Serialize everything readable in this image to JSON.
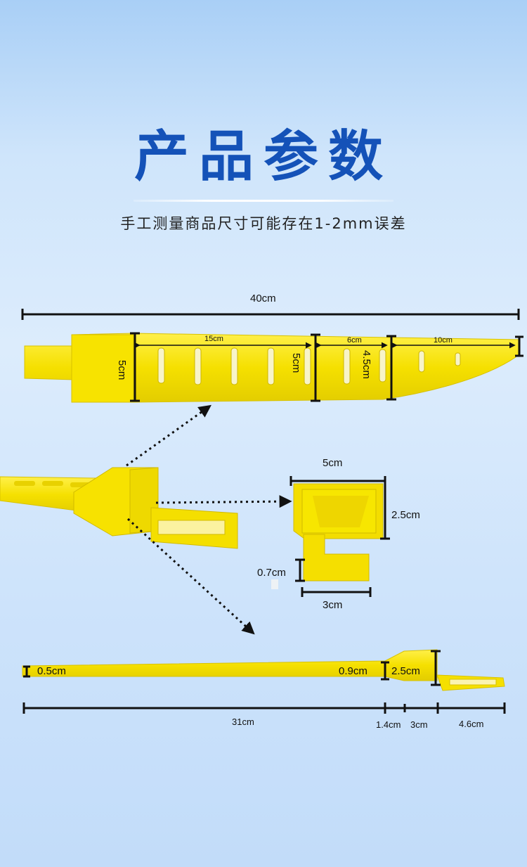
{
  "header": {
    "title": "产品参数",
    "subtitle": "手工测量商品尺寸可能存在1-2mm误差"
  },
  "top_view": {
    "total_length": "40cm",
    "head_height": "5cm",
    "slot_section_length": "15cm",
    "slot_section_height": "5cm",
    "mid_section_length": "6cm",
    "mid_section_height": "4.5cm",
    "tip_section_length": "10cm"
  },
  "head_detail": {
    "width": "5cm",
    "height": "2.5cm",
    "tab_height": "0.7cm",
    "tab_width": "3cm"
  },
  "side_view": {
    "tail_thickness": "0.5cm",
    "neck_thickness": "0.9cm",
    "head_thickness": "2.5cm",
    "strap_length": "31cm",
    "neck_length": "1.4cm",
    "head_length": "3cm",
    "tab_length": "4.6cm"
  },
  "colors": {
    "title": "#1452b8",
    "product": "#f5e000",
    "product_shadow": "#d8c200",
    "dimension_line": "#111111"
  }
}
